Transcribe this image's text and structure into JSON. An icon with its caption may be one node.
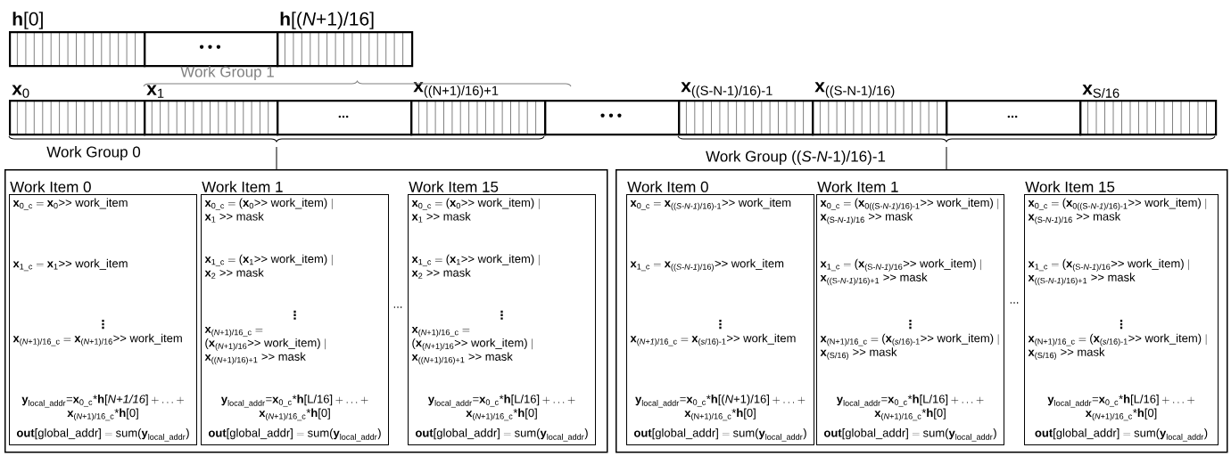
{
  "diagram": {
    "nodes": [
      {
        "text": [
          "**h**[0]"
        ]
      },
      {
        "text": [
          "• • •"
        ]
      },
      {
        "text": [
          "**h**[(*N*+1)/16]"
        ]
      },
      {
        "text": [
          "**x**$_{0}$"
        ]
      },
      {
        "text": [
          "**x**$_{1}$"
        ]
      },
      {
        "text": [
          "..."
        ]
      },
      {
        "text": [
          "**x**$_{((N+1)/16)+1}$"
        ]
      },
      {
        "text": [
          "• • •"
        ]
      },
      {
        "text": [
          "**x**$_{((S-N-1)/16)-1}$"
        ]
      },
      {
        "text": [
          "**x**$_{((S-N-1)/16)}$"
        ]
      },
      {
        "text": [
          "..."
        ]
      },
      {
        "text": [
          "**x**$_{S/16}$"
        ]
      },
      {
        "text": [],
        "shape": "box"
      },
      {
        "text": [
          "Work Item 0",
          "\\textbf{x}_{\\text{0\\_c}} = \\textbf{x}_{\\text{0}}\\text{>> work\\_item}",
          "\\textbf{x}_{\\text{1\\_c}} = \\textbf{x}_{\\text{1}}\\text{>> work\\_item}",
          "⋮",
          "\\textbf{x}_{\\text{(\\textit{N}+1)/16\\_c}} = \\textbf{x}_{\\text{(\\textit{N}+1)/16}}\\text{>> work\\_item}",
          "\\textbf{y}_{\\text{local\\_addr}}\\text{=}\\textbf{x}_{\\text{0\\_c}}\\text{*}\\textbf{h}\\text{[\\textit{N+1/16}]} + \\ldots + \\textbf{x}_{\\text{(\\textit{N}+1)/16\\_c}}\\text{*}\\textbf{h}\\text{[0]}",
          "\\textbf{out}\\text{[global\\_addr]} = \\text{sum(}\\textbf{y}_{\\text{local\\_addr}}\\text{)}"
        ],
        "in": 12
      },
      {
        "text": [
          "Work Item 1",
          "\\textbf{x}_{\\text{0\\_c}} = \\text{(}\\textbf{x}_{\\text{0}}\\text{>> work\\_item)} \\mid \\textbf{x}_{\\text{1}}\\text{ >> mask}",
          "\\textbf{x}_{\\text{1\\_c}} = \\text{(}\\textbf{x}_{\\text{1}}\\text{>> work\\_item)} \\mid \\textbf{x}_{\\text{2}}\\text{ >> mask}",
          "⋮",
          "\\textbf{x}_{\\text{(\\textit{N}+1)/16\\_c}} = \\text{(}\\textbf{x}_{\\text{(\\textit{N}+1)/16}}\\text{>> work\\_item)} \\mid \\textbf{x}_{\\text{((\\textit{N}+1)/16)+1}}\\text{ >> mask}",
          "\\textbf{y}_{\\text{local\\_addr}}\\text{=}\\textbf{x}_{\\text{0\\_c}}\\text{*}\\textbf{h}\\text{[L/16]} + \\ldots + \\textbf{x}_{\\text{(\\textit{N}+1)/16\\_c}}\\text{*}\\textbf{h}\\text{[0]}",
          "\\textbf{out}\\text{[global\\_addr]} = \\text{sum(}\\textbf{y}_{\\text{local\\_addr}}\\text{)}"
        ],
        "in": 12
      },
      {
        "text": [
          "Work Item 15",
          "\\textbf{x}_{\\text{0\\_c}} = \\text{(}\\textbf{x}_{\\text{0}}\\text{>> work\\_item)} \\mid \\textbf{x}_{\\text{1}}\\text{ >> mask}",
          "\\textbf{x}_{\\text{1\\_c}} = \\text{(}\\textbf{x}_{\\text{1}}\\text{>> work\\_item)} \\mid \\textbf{x}_{\\text{2}}\\text{ >> mask}",
          "⋮",
          "\\textbf{x}_{\\text{(\\textit{N}+1)/16\\_c}} = \\text{(}\\textbf{x}_{\\text{(\\textit{N}+1)/16}}\\text{>> work\\_item)} \\mid \\textbf{x}_{\\text{((\\textit{N}+1)/16)+1}}\\text{ >> mask}",
          "\\textbf{y}_{\\text{local\\_addr}}\\text{=}\\textbf{x}_{\\text{0\\_c}}\\text{*}\\textbf{h}\\text{[L/16]} + \\ldots + \\textbf{x}_{\\text{(\\textit{N}+1)/16\\_c}}\\text{*}\\textbf{h}\\text{[0]}",
          "\\textbf{out}\\text{[global\\_addr]} = \\text{sum(}\\textbf{y}_{\\text{local\\_addr}}\\text{)}"
        ],
        "in": 12
      },
      {
        "text": [],
        "shape": "box"
      },
      {
        "text": [
          "Work Item 0",
          "\\textbf{x}_{\\text{0\\_c}} = \\textbf{x}_{\\text{((\\textit{S-N-1})/16)-1}}\\text{>> work\\_item}",
          "\\textbf{x}_{\\text{1\\_c}} = \\textbf{x}_{\\text{((\\textit{S-N-1})/16)}}\\text{>> work\\_item}",
          "⋮",
          "\\textbf{x}_{\\text{(\\textit{N+1})/16\\_c}} = \\textbf{x}_{\\text{(\\textit{s}/16)-1}}\\text{>> work\\_item}",
          "\\textbf{y}_{\\text{local\\_addr}}\\text{=}\\textbf{x}_{\\text{0\\_c}}\\text{*}\\textbf{h}\\text{[(\\textit{N}+1)/16]} + \\ldots + \\textbf{x}_{\\text{(N+1)/16\\_c}}\\text{*}\\textbf{h}\\text{[0]}",
          "\\textbf{out}\\text{[global\\_addr]} = \\text{sum(}\\textbf{y}_{\\text{local\\_addr}}\\text{)}"
        ],
        "in": 16
      },
      {
        "text": [
          "Work Item 1",
          "\\textbf{x}_{\\text{0\\_c}} = \\text{(}\\textbf{x}_{\\text{0((S-\\textit{N-1})/16)-1}}\\text{>> work\\_item)} \\mid \\textbf{x}_{\\text{(S-\\textit{N-1})/16}}\\text{ >> mask}",
          "\\textbf{x}_{\\text{1\\_c}} = \\text{(}\\textbf{x}_{\\text{(S-\\textit{N-1})/16}}\\text{>> work\\_item)} \\mid \\textbf{x}_{\\text{((S-\\textit{N-1})/16)+1}}\\text{ >> mask}",
          "⋮",
          "\\textbf{x}_{\\text{(N+1)/16\\_c}} = \\text{(}\\textbf{x}_{\\text{(\\textit{s}/16)-1}}\\text{>> work\\_item)} \\mid \\textbf{x}_{\\text{(S/16)}}\\text{ >> mask}",
          "\\textbf{y}_{\\text{local\\_addr}}\\text{=}\\textbf{x}_{\\text{0\\_c}}\\text{*}\\textbf{h}\\text{[L/16]} + \\ldots + \\textbf{x}_{\\text{(\\textit{N}+1)/16\\_c}}\\text{*}\\textbf{h}\\text{[0]}",
          "\\textbf{out}\\text{[global\\_addr]} = \\text{sum(}\\textbf{y}_{\\text{local\\_addr}}\\text{)}"
        ],
        "in": 16
      },
      {
        "text": [
          "Work Item 15",
          "\\textbf{x}_{\\text{0\\_c}} = \\text{(}\\textbf{x}_{\\text{0((S-\\textit{N-1})/16)-1}}\\text{>> work\\_item)} \\mid \\textbf{x}_{\\text{(S-\\textit{N-1})/16}}\\text{ >> mask}",
          "\\textbf{x}_{\\text{1\\_c}} = \\text{(}\\textbf{x}_{\\text{(S-\\textit{N-1})/16}}\\text{>> work\\_item)} \\mid \\textbf{x}_{\\text{((S-\\textit{N-1})/16)+1}}\\text{ >> mask}",
          "⋮",
          "\\textbf{x}_{\\text{(N+1)/16\\_c}} = \\text{(}\\textbf{x}_{\\text{(\\textit{s}/16)-1}}\\text{>> work\\_item)} \\mid \\textbf{x}_{\\text{(S/16)}}\\text{ >> mask}",
          "\\textbf{y}_{\\text{local\\_addr}}\\text{=}\\textbf{x}_{\\text{0\\_c}}\\text{*}\\textbf{h}\\text{[L/16]} + \\ldots + \\textbf{x}_{\\text{(\\textit{N}+1)/16\\_c}}\\text{*}\\textbf{h}\\text{[0]}",
          "\\textbf{out}\\text{[global\\_addr]} = \\text{sum(}\\textbf{y}_{\\text{local\\_addr}}\\text{)}"
        ],
        "in": 16
      }
    ],
    "labels": [
      "Work Group 1",
      "Work Group 0",
      "Work Group ((*S*-*N*-1)/16)-1",
      "...",
      "..."
    ]
  }
}
